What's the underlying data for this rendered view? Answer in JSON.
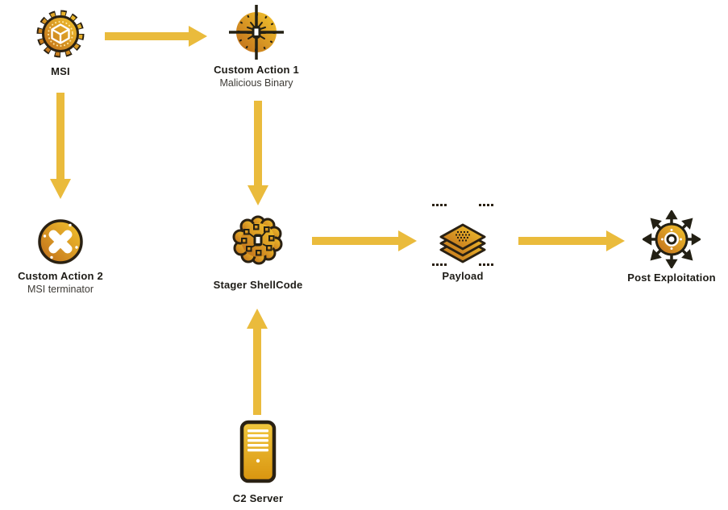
{
  "diagram": {
    "background": "#ffffff",
    "arrow_color": "#EABB3C",
    "icon_colors": {
      "gold": "#F4C62E",
      "orange": "#BE6B1A",
      "server_top": "#F2C83E",
      "server_bottom": "#D8940F",
      "outline": "#2A2113",
      "dark_glyph": "#232014"
    },
    "nodes": {
      "msi": {
        "label": "MSI",
        "icon": "gear-package-icon"
      },
      "custom_action_1": {
        "label": "Custom Action 1",
        "sublabel": "Malicious Binary",
        "icon": "target-bug-icon"
      },
      "custom_action_2": {
        "label": "Custom Action 2",
        "sublabel": "MSI terminator",
        "icon": "cancel-x-icon"
      },
      "stager_shellcode": {
        "label": "Stager ShellCode",
        "icon": "brain-circuit-icon"
      },
      "payload": {
        "label": "Payload",
        "icon": "layers-icon"
      },
      "post_exploitation": {
        "label": "Post Exploitation",
        "icon": "spread-arrows-icon"
      },
      "c2_server": {
        "label": "C2 Server",
        "icon": "server-icon"
      }
    },
    "edges": [
      {
        "from": "msi",
        "to": "custom_action_1",
        "direction": "right"
      },
      {
        "from": "msi",
        "to": "custom_action_2",
        "direction": "down"
      },
      {
        "from": "custom_action_1",
        "to": "stager_shellcode",
        "direction": "down"
      },
      {
        "from": "stager_shellcode",
        "to": "payload",
        "direction": "right"
      },
      {
        "from": "payload",
        "to": "post_exploitation",
        "direction": "right"
      },
      {
        "from": "c2_server",
        "to": "stager_shellcode",
        "direction": "up"
      }
    ]
  }
}
